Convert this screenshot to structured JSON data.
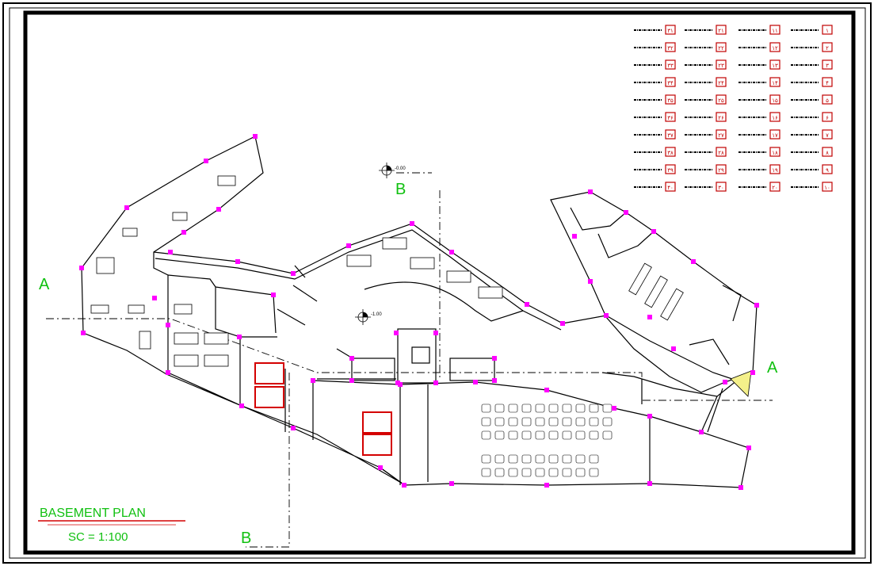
{
  "title": "BASEMENT   PLAN",
  "scale": "SC = 1:100",
  "section_a": "A",
  "section_b": "B",
  "level_top": "-0.00",
  "level_mid": "-1.00",
  "colors": {
    "wall": "#000000",
    "node": "#ff00ff",
    "door": "#d40000",
    "legend_box": "#c00000",
    "label_green": "#10c010",
    "title_red": "#d40000",
    "triangle_fill": "#f4f08a",
    "axis": "#000000"
  },
  "legend": {
    "columns": 4,
    "rows": 10,
    "items": [
      "۱",
      "۲",
      "۳",
      "۴",
      "۵",
      "۶",
      "۷",
      "۸",
      "۹",
      "۱۰",
      "۱۱",
      "۱۲",
      "۱۳",
      "۱۴",
      "۱۵",
      "۱۶",
      "۱۷",
      "۱۸",
      "۱۹",
      "۲۰",
      "۲۱",
      "۲۲",
      "۲۳",
      "۲۴",
      "۲۵",
      "۲۶",
      "۲۷",
      "۲۸",
      "۲۹",
      "۳۰",
      "۳۱",
      "۳۲",
      "۳۳",
      "۳۴",
      "۳۵",
      "۳۶",
      "۳۷",
      "۳۸",
      "۳۹",
      "۴۰"
    ]
  }
}
